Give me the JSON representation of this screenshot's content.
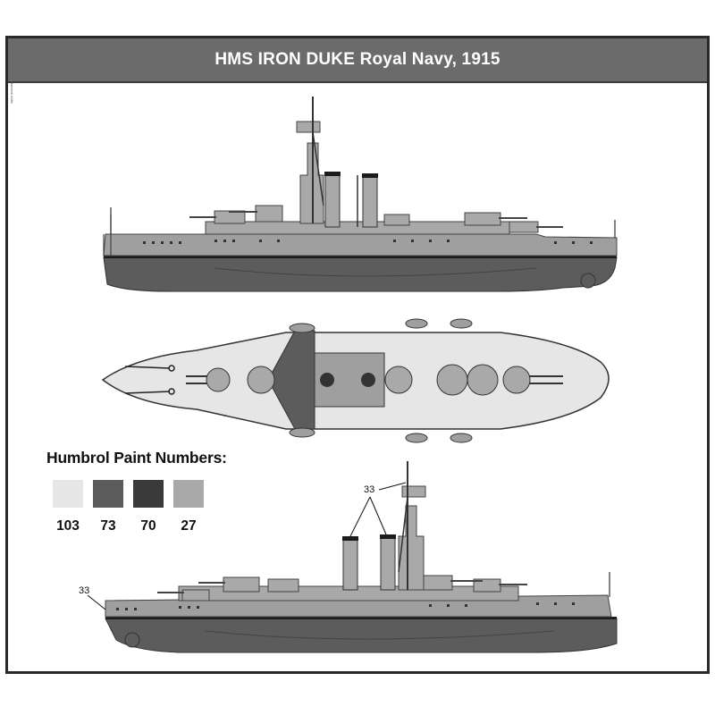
{
  "title": "HMS IRON DUKE Royal Navy, 1915",
  "side_credit": "Humbrol Airfix",
  "legend": {
    "heading": "Humbrol Paint Numbers:",
    "paints": [
      {
        "number": "103",
        "color": "#e6e6e6"
      },
      {
        "number": "73",
        "color": "#5c5c5c"
      },
      {
        "number": "70",
        "color": "#3a3a3a"
      },
      {
        "number": "27",
        "color": "#a9a9a9"
      }
    ]
  },
  "callouts": {
    "upper": "33",
    "bow": "33"
  },
  "colors": {
    "frame": "#2a2a2a",
    "header": "#6b6b6b",
    "hull_upper": "#9f9f9f",
    "hull_lower": "#5c5c5c",
    "deck": "#e6e6e6",
    "boot_top": "#1c1c1c"
  }
}
